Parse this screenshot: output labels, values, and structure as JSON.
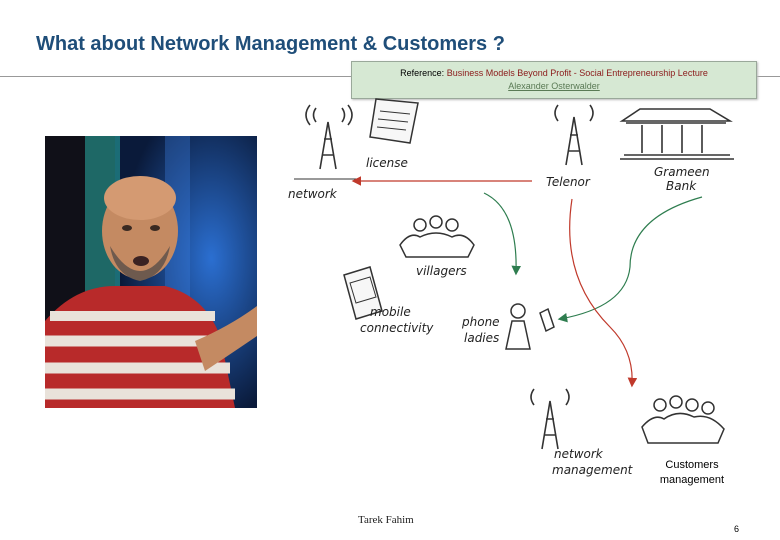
{
  "title": "What about Network Management & Customers ?",
  "reference": {
    "label": "Reference:",
    "text": " Business Models Beyond Profit - Social Entrepreneurship Lecture",
    "author": "Alexander Osterwalder"
  },
  "diagram": {
    "license": "license",
    "network": "network",
    "telenor": "Telenor",
    "grameen_1": "Grameen",
    "grameen_2": "Bank",
    "villagers": "villagers",
    "mobile_1": "mobile",
    "mobile_2": "connectivity",
    "phone_1": "phone",
    "phone_2": "ladies",
    "netman_1": "network",
    "netman_2": "management"
  },
  "customers_label_1": "Customers",
  "customers_label_2": "management",
  "footer": {
    "name": "Tarek Fahim",
    "page": "6"
  },
  "colors": {
    "title": "#1f4e79",
    "ref_bg": "#d6e8d3",
    "red_arrow": "#c0392b",
    "green_arrow": "#2e7d4f"
  }
}
